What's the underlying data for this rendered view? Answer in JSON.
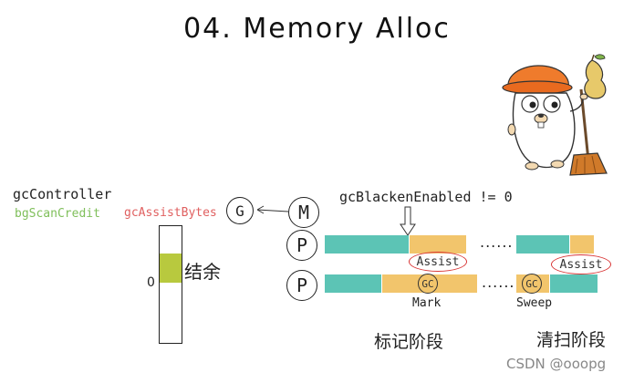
{
  "title": "04. Memory Alloc",
  "controller": {
    "name": "gcController",
    "credit_label": "bgScanCredit",
    "credit_color": "#7fbf5a",
    "assist_bytes_label": "gcAssistBytes",
    "assist_bytes_color": "#e06060",
    "zero_label": "0",
    "surplus_label": "结余",
    "gauge_color": "#b8c93e"
  },
  "nodes": {
    "g": "G",
    "m": "M",
    "p1": "P",
    "p2": "P"
  },
  "blacken_label": "gcBlackenEnabled != 0",
  "row1": {
    "assist_label": "Assist",
    "dots": "......",
    "assist2_label": "Assist"
  },
  "row2": {
    "gc_label": "GC",
    "dots": "......",
    "gc2_label": "GC"
  },
  "phase_labels": {
    "mark": "Mark",
    "sweep": "Sweep"
  },
  "phase_cn": {
    "mark": "标记阶段",
    "sweep": "清扫阶段"
  },
  "watermark": "CSDN @ooopg",
  "colors": {
    "teal": "#5cc4b5",
    "orange": "#f2c56c",
    "highlight": "#d93636"
  },
  "icons": [
    "gopher-mascot-icon",
    "broom-icon",
    "pear-icon",
    "arrow-left-icon",
    "arrow-down-icon"
  ]
}
